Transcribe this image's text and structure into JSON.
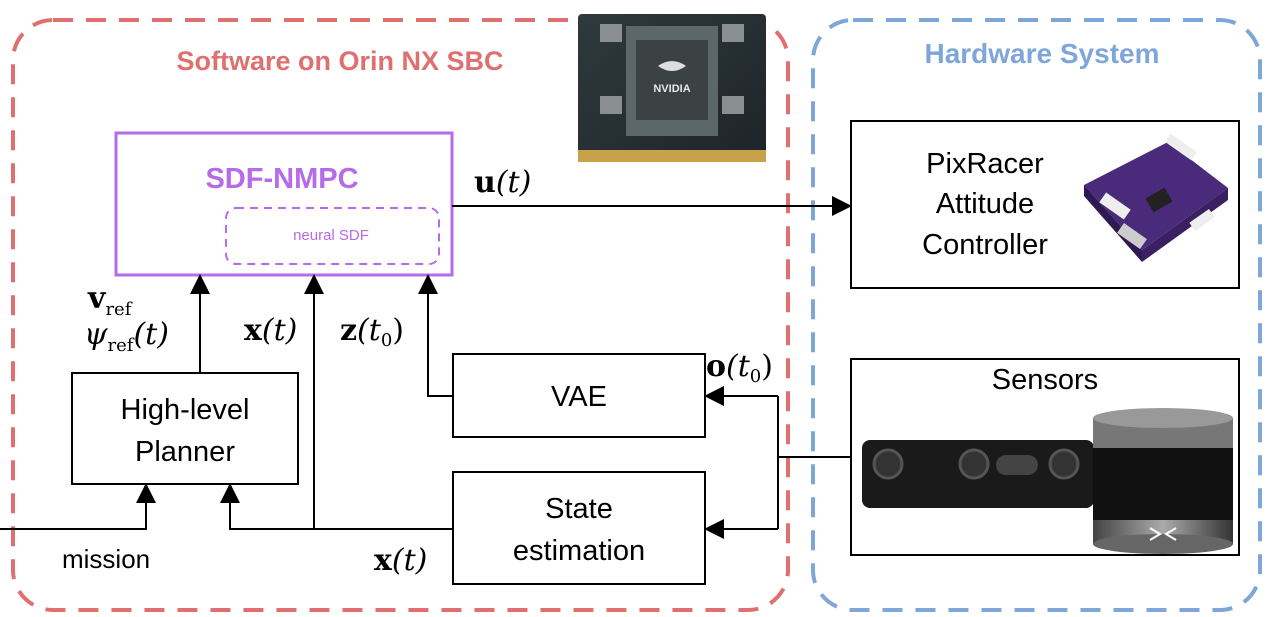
{
  "groups": {
    "software": {
      "title": "Software on Orin NX SBC",
      "color": "#e07070"
    },
    "hardware": {
      "title": "Hardware System",
      "color": "#7fa6d8"
    }
  },
  "blocks": {
    "nmpc": {
      "label": "SDF-NMPC",
      "sublabel": "neural SDF",
      "color": "#b66be8"
    },
    "planner": {
      "line1": "High-level",
      "line2": "Planner"
    },
    "vae": {
      "label": "VAE"
    },
    "state": {
      "line1": "State",
      "line2": "estimation"
    },
    "pixracer": {
      "line1": "PixRacer",
      "line2": "Attitude",
      "line3": "Controller"
    },
    "sensors": {
      "label": "Sensors"
    }
  },
  "signals": {
    "u_bold": "u",
    "u_arg": "(t)",
    "v_bold": "v",
    "v_sub": "ref",
    "psi_main": "ψ",
    "psi_sub": "ref",
    "psi_arg": "(t)",
    "x_top_bold": "x",
    "x_top_arg": "(t)",
    "z_bold": "z",
    "z_arg": "(t",
    "z_sub": "0",
    "z_close": ")",
    "o_bold": "o",
    "o_arg": "(t",
    "o_sub": "0",
    "o_close": ")",
    "x_bot_bold": "x",
    "x_bot_arg": "(t)",
    "mission": "mission"
  },
  "chip": {
    "brand": "NVIDIA"
  }
}
